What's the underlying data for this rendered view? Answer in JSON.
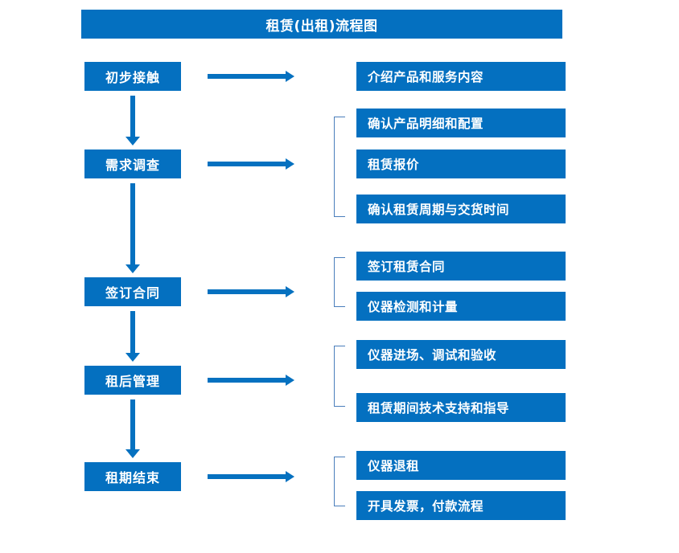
{
  "chart_data": {
    "type": "diagram",
    "title": "租赁(出租)流程图",
    "diagram_kind": "flowchart",
    "orientation": "vertical-with-branches",
    "stages": [
      {
        "label": "初步接触",
        "details": [
          "介绍产品和服务内容"
        ],
        "braced": false
      },
      {
        "label": "需求调查",
        "details": [
          "确认产品明细和配置",
          "租赁报价",
          "确认租赁周期与交货时间"
        ],
        "braced": true
      },
      {
        "label": "签订合同",
        "details": [
          "签订租赁合同",
          "仪器检测和计量"
        ],
        "braced": true
      },
      {
        "label": "租后管理",
        "details": [
          "仪器进场、调试和验收",
          "租赁期间技术支持和指导"
        ],
        "braced": true
      },
      {
        "label": "租期结束",
        "details": [
          "仪器退租",
          "开具发票，付款流程"
        ],
        "braced": true
      }
    ]
  },
  "header": {
    "title": "租赁(出租)流程图"
  },
  "flow": {
    "stage1": {
      "label": "初步接触"
    },
    "stage2": {
      "label": "需求调查"
    },
    "stage3": {
      "label": "签订合同"
    },
    "stage4": {
      "label": "租后管理"
    },
    "stage5": {
      "label": "租期结束"
    },
    "details": {
      "d1": "介绍产品和服务内容",
      "d2": "确认产品明细和配置",
      "d3": "租赁报价",
      "d4": "确认租赁周期与交货时间",
      "d5": "签订租赁合同",
      "d6": "仪器检测和计量",
      "d7": "仪器进场、调试和验收",
      "d8": "租赁期间技术支持和指导",
      "d9": "仪器退租",
      "d10": "开具发票，付款流程"
    }
  },
  "colors": {
    "box_blue": "#0470c0",
    "arrow_blue": "#0571c0",
    "brace_blue": "#4a7ebb",
    "text_white": "#ffffff",
    "background": "#ffffff"
  }
}
